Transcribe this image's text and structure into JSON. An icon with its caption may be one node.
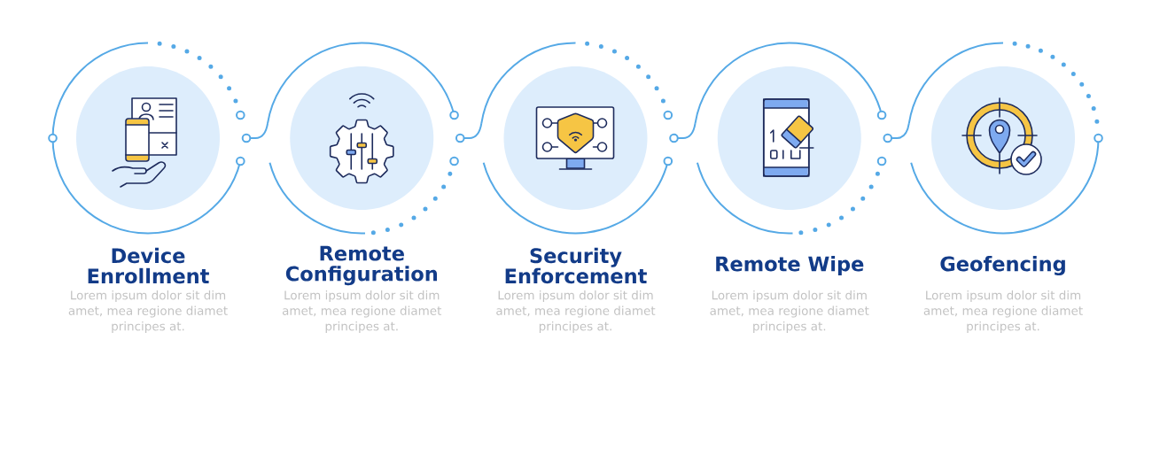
{
  "diagram": {
    "nodes": [
      {
        "text": [
          "Device Enrollment",
          "Lorem ipsum dolor sit dim amet, mea regione diamet principes at."
        ]
      },
      {
        "text": [
          "Remote Configuration",
          "Lorem ipsum dolor sit dim amet, mea regione diamet principes at."
        ]
      },
      {
        "text": [
          "Security Enforcement",
          "Lorem ipsum dolor sit dim amet, mea regione diamet principes at."
        ]
      },
      {
        "text": [
          "Remote Wipe",
          "Lorem ipsum dolor sit dim amet, mea regione diamet principes at."
        ]
      },
      {
        "text": [
          "Geofencing",
          "Lorem ipsum dolor sit dim amet, mea regione diamet principes at."
        ]
      }
    ],
    "edges": [
      {
        "from": 0,
        "to": 1,
        "arrow": "none"
      },
      {
        "from": 1,
        "to": 2,
        "arrow": "none"
      },
      {
        "from": 2,
        "to": 3,
        "arrow": "none"
      },
      {
        "from": 3,
        "to": 4,
        "arrow": "none"
      }
    ]
  }
}
